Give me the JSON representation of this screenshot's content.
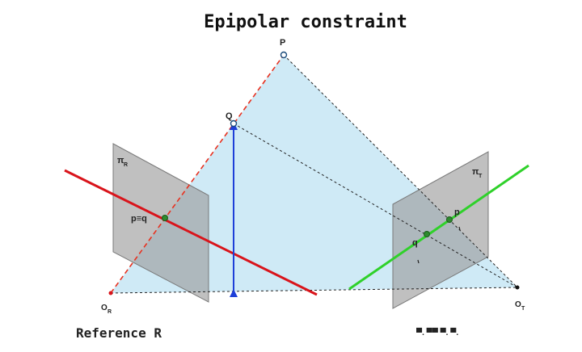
{
  "title": "Epipolar constraint",
  "caption_left": "Reference R",
  "caption_right_fragment": "▀. ▀▀ ▀. ▀.",
  "points": {
    "P": "P",
    "Q": "Q",
    "OR_main": "O",
    "OR_sub": "R",
    "OT_main": "O",
    "OT_sub": "T",
    "p_eq_q": "p≡q",
    "p_right": "p",
    "q_right": "q"
  },
  "planes": {
    "left_main": "π",
    "left_sub": "R",
    "right_main": "π",
    "right_sub": "T"
  },
  "colors": {
    "triangle_fill": "#cfeaf6",
    "plane_fill": "#9a9a9a",
    "ray_red": "#e8301e",
    "line_red": "#d9141b",
    "line_green": "#2fd12a",
    "arrow_blue": "#1e3fd8",
    "dashed": "#222222",
    "point_green": "#2e8b2e"
  }
}
